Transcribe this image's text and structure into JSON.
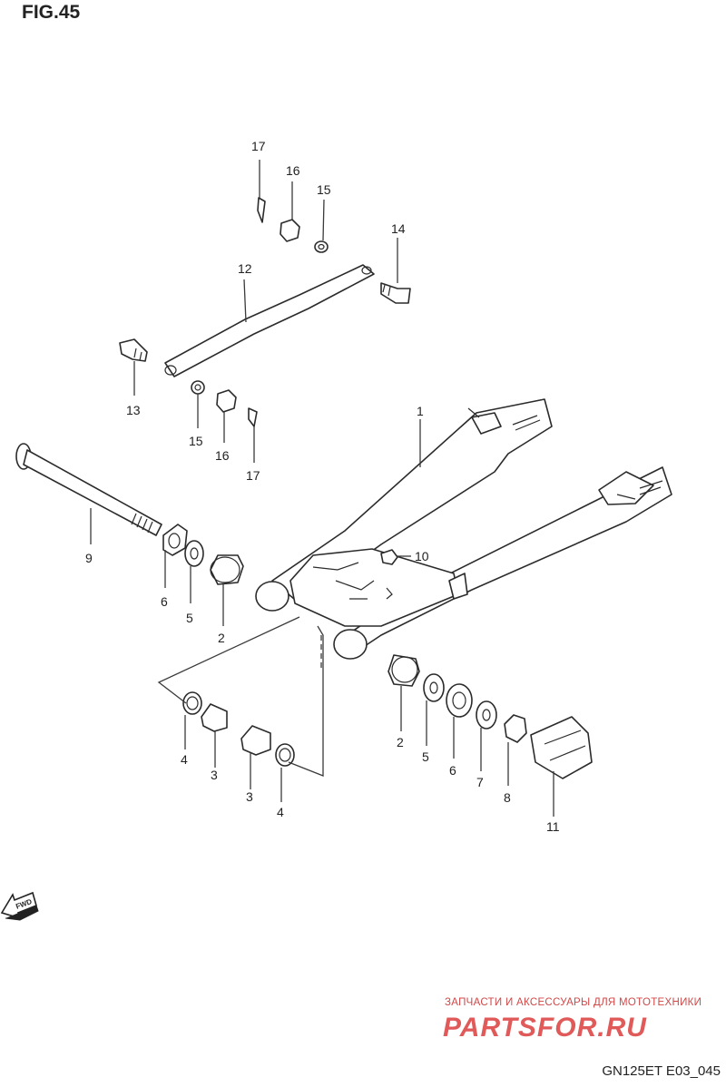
{
  "figure": {
    "title": "FIG.45",
    "code": "GN125ET E03_045"
  },
  "fwd_arrow": {
    "label": "FWD",
    "icon": "forward-arrow-icon"
  },
  "watermark": {
    "tagline": "ЗАПЧАСТИ И АКСЕССУАРЫ ДЛЯ МОТОТЕХНИКИ",
    "logo_text": "PARTSFOR.RU",
    "color": "#d04848"
  },
  "callouts": [
    "17",
    "16",
    "15",
    "14",
    "12",
    "13",
    "15",
    "16",
    "17",
    "1",
    "9",
    "10",
    "6",
    "5",
    "2",
    "2",
    "5",
    "6",
    "7",
    "8",
    "4",
    "3",
    "3",
    "4",
    "11"
  ]
}
